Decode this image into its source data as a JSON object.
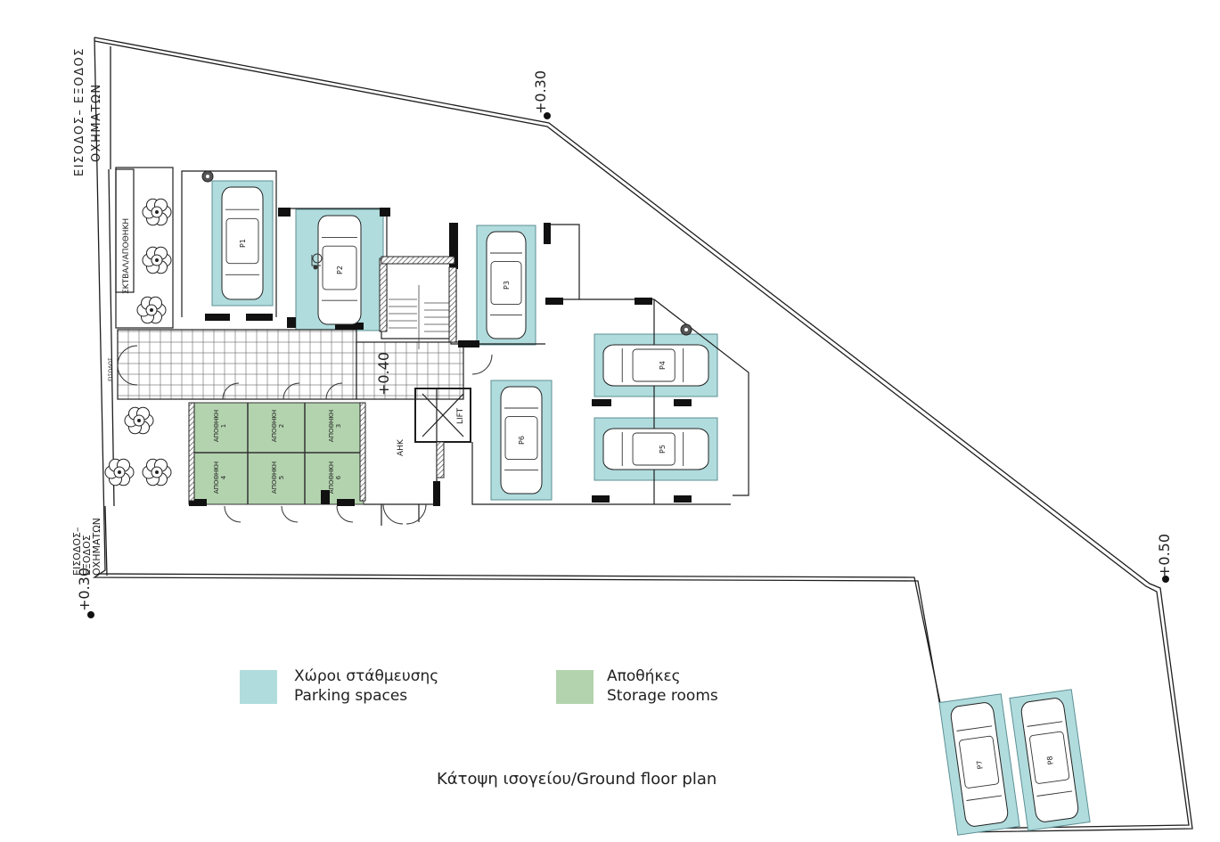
{
  "colors": {
    "parking": "#b1dcdd",
    "storage": "#b3d3ae",
    "line": "#1e1e1e",
    "wall": "#111111"
  },
  "labels": {
    "entrance_top": "ΕΙΣΟΔΟΣ– ΕΞΟΔΟΣ",
    "entrance_top_2": "ΟΧΗΜΑΤΩΝ",
    "entrance_bottom": "ΕΙΣΟΔΟΣ–",
    "entrance_bottom_2": "ΕΞΟΔΟΣ",
    "entrance_bottom_3": "ΟΧΗΜΑΤΩΝ",
    "entrance_side": "ΕΙΣΟΔΟΣ",
    "trash_store": "ΣΚΤΒΑΛ/ΑΠΟΘΗΚΗ",
    "lift": "LIFT",
    "ahk": "ΑΗΚ",
    "level_030_top": "+0.30",
    "level_030_bottom": "+0.30",
    "level_050": "+0.50",
    "level_040": "+0.40"
  },
  "parking_spaces": [
    "P1",
    "P2",
    "P3",
    "P4",
    "P5",
    "P6",
    "P7",
    "P8"
  ],
  "storage_rooms": [
    {
      "label": "ΑΠΟΘΗΚΗ",
      "num": "1"
    },
    {
      "label": "ΑΠΟΘΗΚΗ",
      "num": "2"
    },
    {
      "label": "ΑΠΟΘΗΚΗ",
      "num": "3"
    },
    {
      "label": "ΑΠΟΘΗΚΗ",
      "num": "4"
    },
    {
      "label": "ΑΠΟΘΗΚΗ",
      "num": "5"
    },
    {
      "label": "ΑΠΟΘΗΚΗ",
      "num": "6"
    }
  ],
  "legend": {
    "parking_gr": "Χώροι στάθμευσης",
    "parking_en": "Parking spaces",
    "storage_gr": "Αποθήκες",
    "storage_en": "Storage rooms"
  },
  "caption": "Κάτοψη ισογείου/Ground floor plan"
}
